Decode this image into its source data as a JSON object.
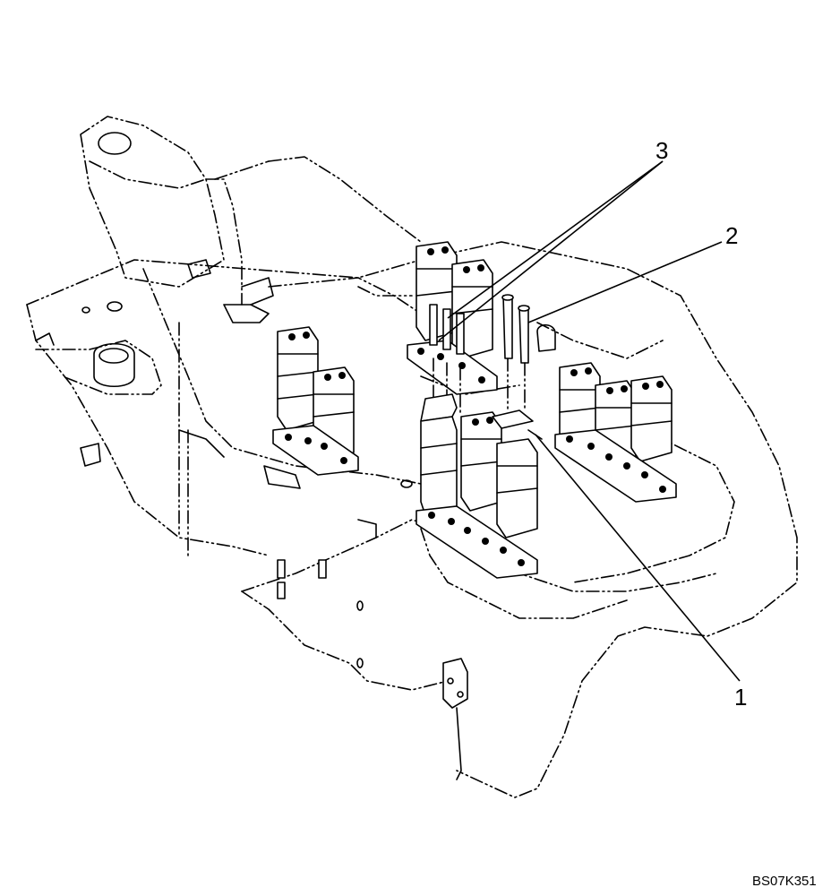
{
  "callouts": [
    {
      "label": "3"
    },
    {
      "label": "2"
    },
    {
      "label": "1"
    }
  ],
  "drawing_code": "BS07K351"
}
